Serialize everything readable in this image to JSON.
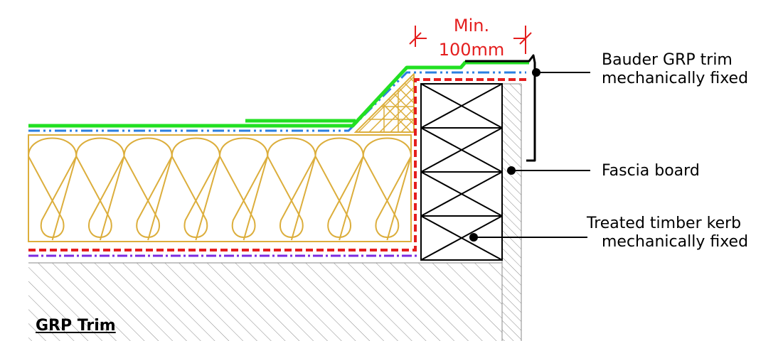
{
  "drawing": {
    "title": "GRP Trim",
    "dimension": {
      "line1": "Min.",
      "line2": "100mm"
    },
    "labels": {
      "trim_line1": "Bauder GRP trim",
      "trim_line2": "mechanically fixed",
      "fascia": "Fascia board",
      "kerb_line1": "Treated timber kerb",
      "kerb_line2": "mechanically fixed"
    },
    "colors": {
      "membrane_top": "#22e022",
      "membrane_base": "#2a7fe0",
      "vapour_control": "#e41e1e",
      "underlay": "#7a2ae0",
      "insulation": "#dcae3c",
      "hatch": "#8a8a8a",
      "dimension": "#e41e1e"
    }
  }
}
